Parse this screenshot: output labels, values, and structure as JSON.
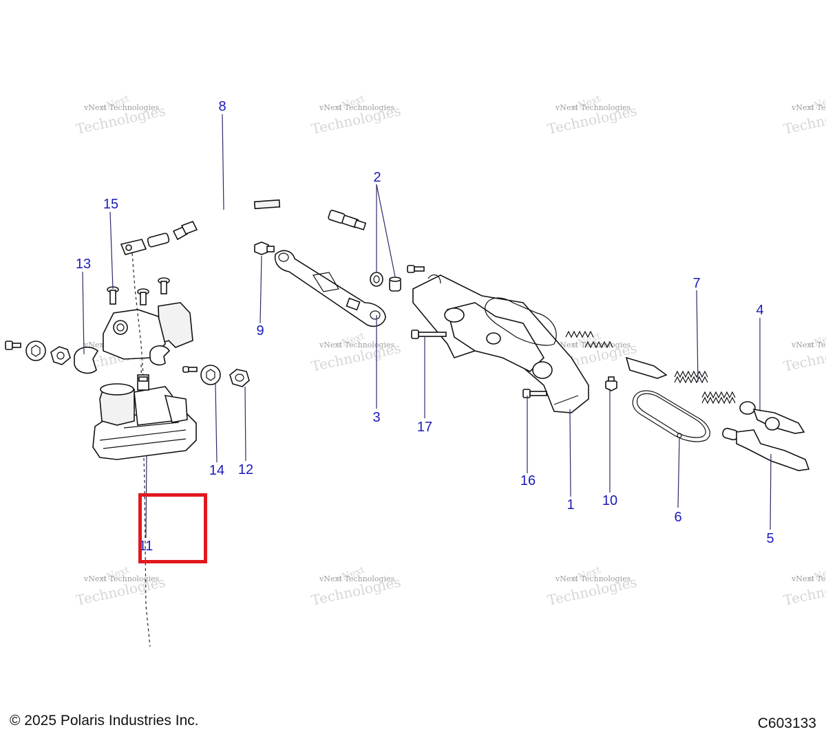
{
  "diagram": {
    "callouts": [
      {
        "id": "1",
        "label": "1"
      },
      {
        "id": "2",
        "label": "2"
      },
      {
        "id": "3",
        "label": "3"
      },
      {
        "id": "4",
        "label": "4"
      },
      {
        "id": "5",
        "label": "5"
      },
      {
        "id": "6",
        "label": "6"
      },
      {
        "id": "7",
        "label": "7"
      },
      {
        "id": "8",
        "label": "8"
      },
      {
        "id": "9",
        "label": "9"
      },
      {
        "id": "10",
        "label": "10"
      },
      {
        "id": "11",
        "label": "11"
      },
      {
        "id": "12",
        "label": "12"
      },
      {
        "id": "13",
        "label": "13"
      },
      {
        "id": "14",
        "label": "14"
      },
      {
        "id": "15",
        "label": "15"
      },
      {
        "id": "16",
        "label": "16"
      },
      {
        "id": "17",
        "label": "17"
      }
    ],
    "highlighted_callout": "11",
    "highlight_color": "#e0191e",
    "callout_color": "#1a1ab8"
  },
  "watermark": {
    "line1": "vNext",
    "line2": "vNext Technologies",
    "line3": "Technologies"
  },
  "footer": {
    "copyright": "© 2025 Polaris Industries Inc.",
    "diagram_code": "C603133"
  }
}
